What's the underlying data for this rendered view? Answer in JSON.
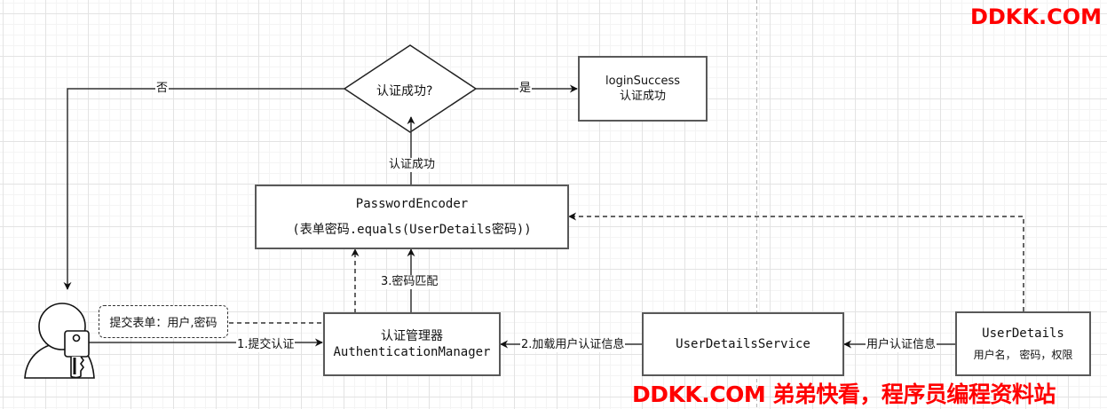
{
  "diagram": {
    "title": "Spring Security authentication flow",
    "nodes": {
      "user": {
        "icon": "user-key-icon"
      },
      "form_note": {
        "label": "提交表单：用户,密码"
      },
      "auth_manager": {
        "line1": "认证管理器",
        "line2": "AuthenticationManager"
      },
      "password_encoder": {
        "line1": "PasswordEncoder",
        "line2": "(表单密码.equals(UserDetails密码))"
      },
      "decision": {
        "label": "认证成功?"
      },
      "login_success": {
        "line1": "loginSuccess",
        "line2": "认证成功"
      },
      "user_details_service": {
        "label": "UserDetailsService"
      },
      "user_details": {
        "line1": "UserDetails",
        "line2": "用户名， 密码，权限"
      }
    },
    "edges": {
      "submit_auth": "1.提交认证",
      "load_user_info": "2.加载用户认证信息",
      "password_match": "3.密码匹配",
      "auth_success": "认证成功",
      "yes": "是",
      "no": "否",
      "user_auth_info": "用户认证信息"
    }
  },
  "watermark": {
    "top": "DDKK.COM",
    "bottom": "DDKK.COM 弟弟快看，程序员编程资料站",
    "color": "#ff0000"
  }
}
